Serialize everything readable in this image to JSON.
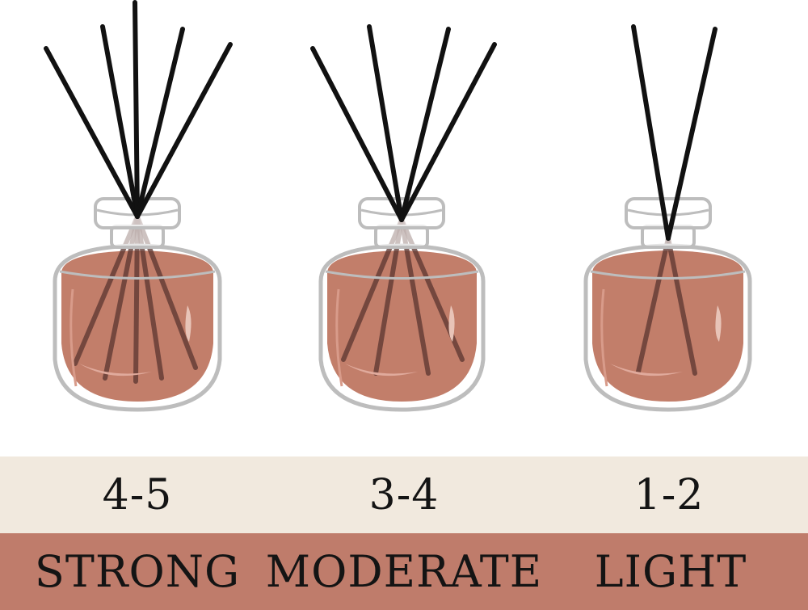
{
  "colors": {
    "liquid": "#c27e6a",
    "liquid_shadow": "#a86757",
    "glass_outline": "#bdbdbd",
    "reed": "#111111",
    "count_band": "#f1e9de",
    "label_band": "#bf7c6b"
  },
  "diffusers": [
    {
      "reeds": "4-5",
      "strength": "STRONG",
      "reed_count": 5
    },
    {
      "reeds": "3-4",
      "strength": "MODERATE",
      "reed_count": 4
    },
    {
      "reeds": "1-2",
      "strength": "LIGHT",
      "reed_count": 2
    }
  ]
}
